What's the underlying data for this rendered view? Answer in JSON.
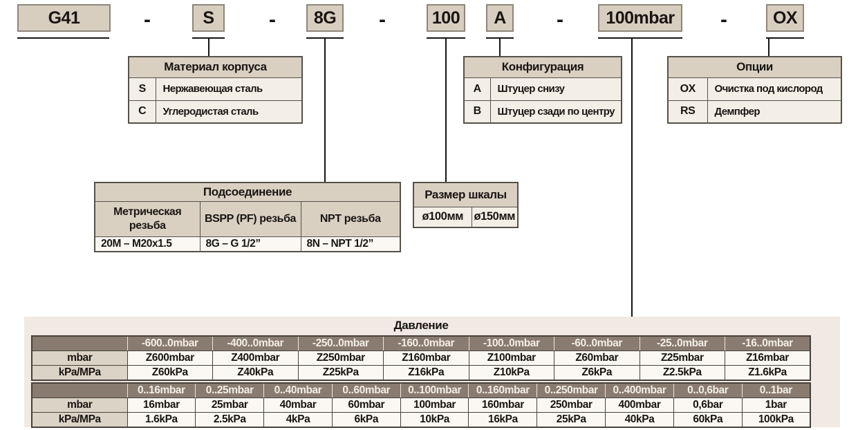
{
  "code": {
    "sep": "-",
    "g41": "G41",
    "s": "S",
    "g8": "8G",
    "n100": "100",
    "a": "A",
    "mbar100": "100mbar",
    "ox": "OX"
  },
  "material": {
    "title": "Материал корпуса",
    "rows": [
      {
        "code": "S",
        "label": "Нержавеющая сталь"
      },
      {
        "code": "C",
        "label": "Углеродистая сталь"
      }
    ]
  },
  "config": {
    "title": "Конфигурация",
    "rows": [
      {
        "code": "A",
        "label": "Штуцер снизу"
      },
      {
        "code": "B",
        "label": "Штуцер сзади по центру"
      }
    ]
  },
  "options": {
    "title": "Опции",
    "rows": [
      {
        "code": "OX",
        "label": "Очистка под кислород"
      },
      {
        "code": "RS",
        "label": "Демпфер"
      }
    ]
  },
  "connection": {
    "title": "Подсоединение",
    "columns": [
      {
        "header": "Метрическая резьба",
        "value": "20M – M20x1.5"
      },
      {
        "header": "BSPP (PF) резьба",
        "value": "8G – G 1/2”"
      },
      {
        "header": "NPT резьба",
        "value": "8N – NPT 1/2”"
      }
    ]
  },
  "scale": {
    "title": "Размер шкалы",
    "values": [
      "ø100мм",
      "ø150мм"
    ]
  },
  "pressure": {
    "title": "Давление",
    "row_mbar": "mbar",
    "row_kpa": "kPa/MPa",
    "s1": {
      "ranges": [
        "-600..0mbar",
        "-400..0mbar",
        "-250..0mbar",
        "-160..0mbar",
        "-100..0mbar",
        "-60..0mbar",
        "-25..0mbar",
        "-16..0mbar"
      ],
      "mbar": [
        "Z600mbar",
        "Z400mbar",
        "Z250mbar",
        "Z160mbar",
        "Z100mbar",
        "Z60mbar",
        "Z25mbar",
        "Z16mbar"
      ],
      "kpa": [
        "Z60kPa",
        "Z40kPa",
        "Z25kPa",
        "Z16kPa",
        "Z10kPa",
        "Z6kPa",
        "Z2.5kPa",
        "Z1.6kPa"
      ]
    },
    "s2": {
      "ranges": [
        "0..16mbar",
        "0..25mbar",
        "0..40mbar",
        "0..60mbar",
        "0..100mbar",
        "0..160mbar",
        "0..250mbar",
        "0..400mbar",
        "0..0,6bar",
        "0..1bar"
      ],
      "mbar": [
        "16mbar",
        "25mbar",
        "40mbar",
        "60mbar",
        "100mbar",
        "160mbar",
        "250mbar",
        "400mbar",
        "0,6bar",
        "1bar"
      ],
      "kpa": [
        "1.6kPa",
        "2.5kPa",
        "4kPa",
        "6kPa",
        "10kPa",
        "16kPa",
        "25kPa",
        "40kPa",
        "60kPa",
        "100kPa"
      ]
    }
  }
}
